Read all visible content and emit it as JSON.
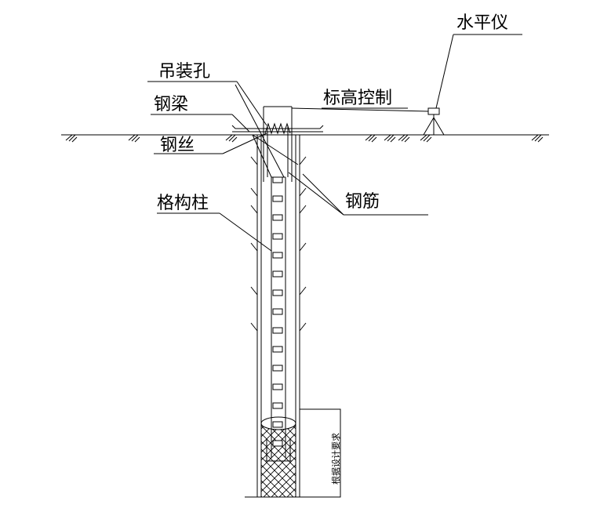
{
  "labels": {
    "level_instrument": "水平仪",
    "lifting_hole": "吊装孔",
    "elevation_control": "标高控制",
    "steel_beam": "钢梁",
    "steel_wire": "钢丝",
    "lattice_column": "格构柱",
    "rebar": "钢筋",
    "per_design": "根据设计要求"
  }
}
